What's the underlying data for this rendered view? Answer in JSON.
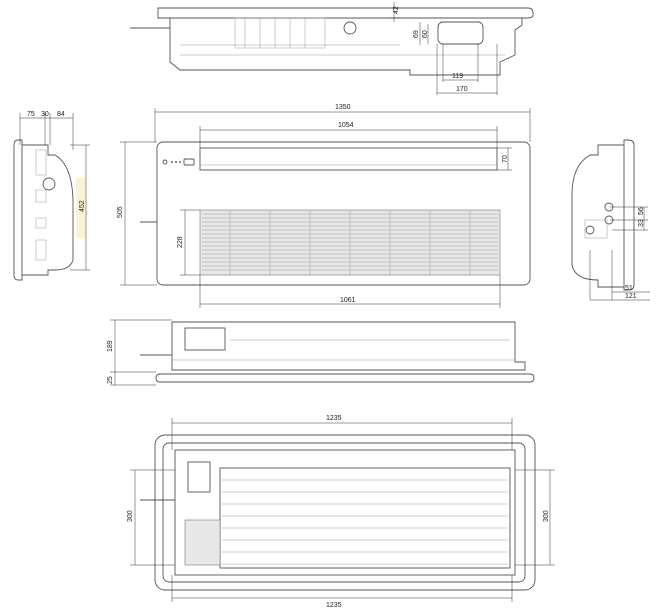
{
  "drawing": {
    "colors": {
      "outline": "#555555",
      "dimension": "#333333",
      "highlight": "#fbf3d5"
    },
    "top_view": {
      "dims": {
        "d42": "42",
        "d69": "69",
        "d60": "60",
        "d119": "119",
        "d170": "170"
      }
    },
    "left_side_view": {
      "dims": {
        "d75": "75",
        "d30": "30",
        "d84": "84",
        "d452": "452"
      }
    },
    "front_view": {
      "dims": {
        "d1350": "1350",
        "d1054": "1054",
        "d505": "505",
        "d70": "70",
        "d228": "228",
        "d1061": "1061"
      }
    },
    "right_side_view": {
      "dims": {
        "d56": "56",
        "d33": "33",
        "d51": "51",
        "d121": "121"
      }
    },
    "bottom_side_view": {
      "dims": {
        "d189": "189",
        "d25": "25"
      }
    },
    "bottom_view": {
      "dims": {
        "top1235": "1235",
        "bottom1235": "1235",
        "left300": "300",
        "right300": "300"
      }
    }
  }
}
